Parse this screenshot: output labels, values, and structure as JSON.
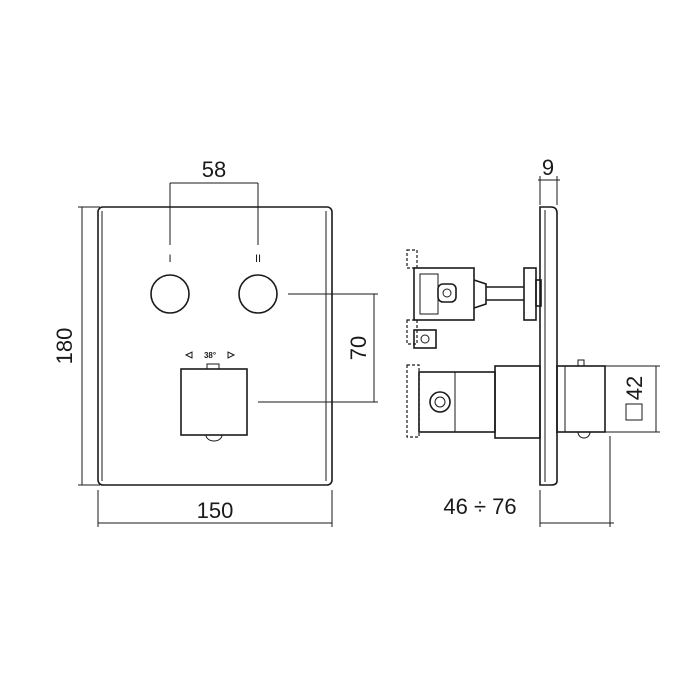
{
  "dimensions": {
    "button_spacing": "58",
    "height": "180",
    "width": "150",
    "button_to_handle": "70",
    "plate_thickness": "9",
    "depth_range": "46 ÷ 76",
    "handle_square": "42"
  },
  "button_marks": {
    "button_1": "I",
    "button_2": "II"
  },
  "rotation_label": "38°"
}
